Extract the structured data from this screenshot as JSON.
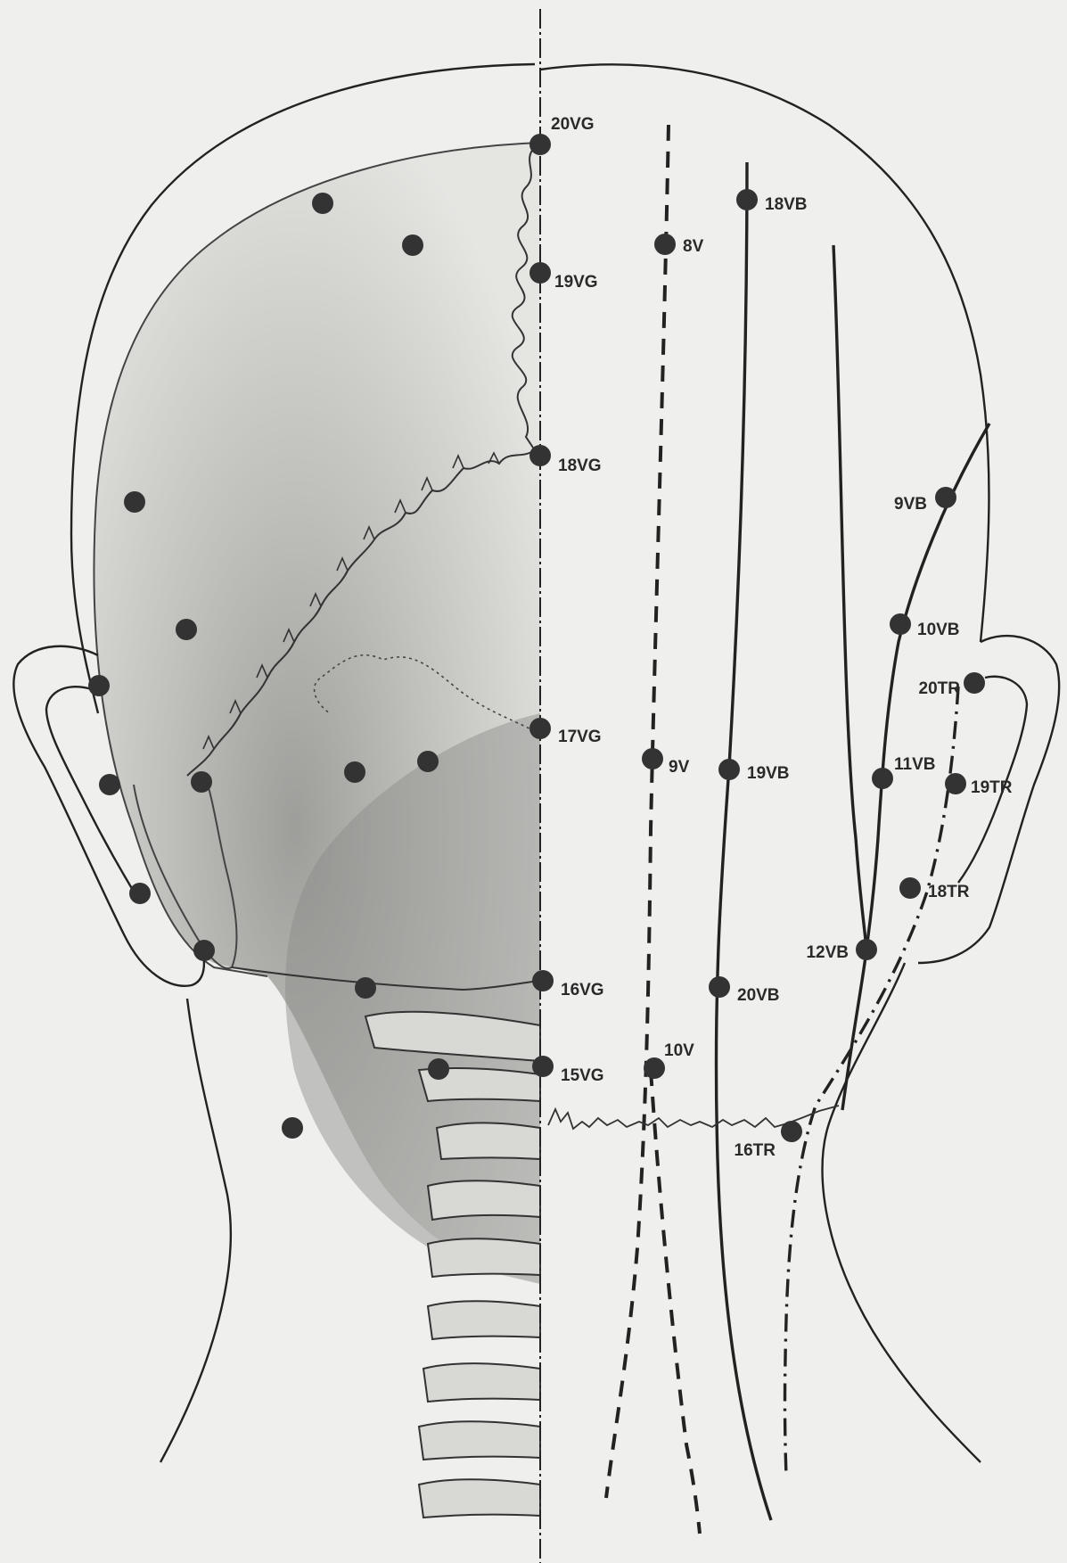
{
  "figure": {
    "subject": "Posterior view of head and neck with acupuncture points",
    "colors": {
      "background": "#efefed",
      "ink": "#2a2a2a",
      "point": "#333333",
      "skull_shade": "#b9b9b6"
    }
  },
  "points": [
    {
      "id": "20VG",
      "label": "20VG"
    },
    {
      "id": "19VG",
      "label": "19VG"
    },
    {
      "id": "18VG",
      "label": "18VG"
    },
    {
      "id": "17VG",
      "label": "17VG"
    },
    {
      "id": "16VG",
      "label": "16VG"
    },
    {
      "id": "15VG",
      "label": "15VG"
    },
    {
      "id": "8V",
      "label": "8V"
    },
    {
      "id": "9V",
      "label": "9V"
    },
    {
      "id": "10V",
      "label": "10V"
    },
    {
      "id": "18VB",
      "label": "18VB"
    },
    {
      "id": "19VB",
      "label": "19VB"
    },
    {
      "id": "20VB",
      "label": "20VB"
    },
    {
      "id": "9VB",
      "label": "9VB"
    },
    {
      "id": "10VB",
      "label": "10VB"
    },
    {
      "id": "11VB",
      "label": "11VB"
    },
    {
      "id": "12VB",
      "label": "12VB"
    },
    {
      "id": "20TR",
      "label": "20TR"
    },
    {
      "id": "19TR",
      "label": "19TR"
    },
    {
      "id": "18TR",
      "label": "18TR"
    },
    {
      "id": "16TR",
      "label": "16TR"
    }
  ],
  "meridians": [
    {
      "id": "vaso-governador",
      "style": "dash-dot"
    },
    {
      "id": "bexiga",
      "style": "dashed"
    },
    {
      "id": "vesicula-biliar",
      "style": "solid"
    },
    {
      "id": "triplo-aquecedor",
      "style": "dash-dot"
    }
  ]
}
